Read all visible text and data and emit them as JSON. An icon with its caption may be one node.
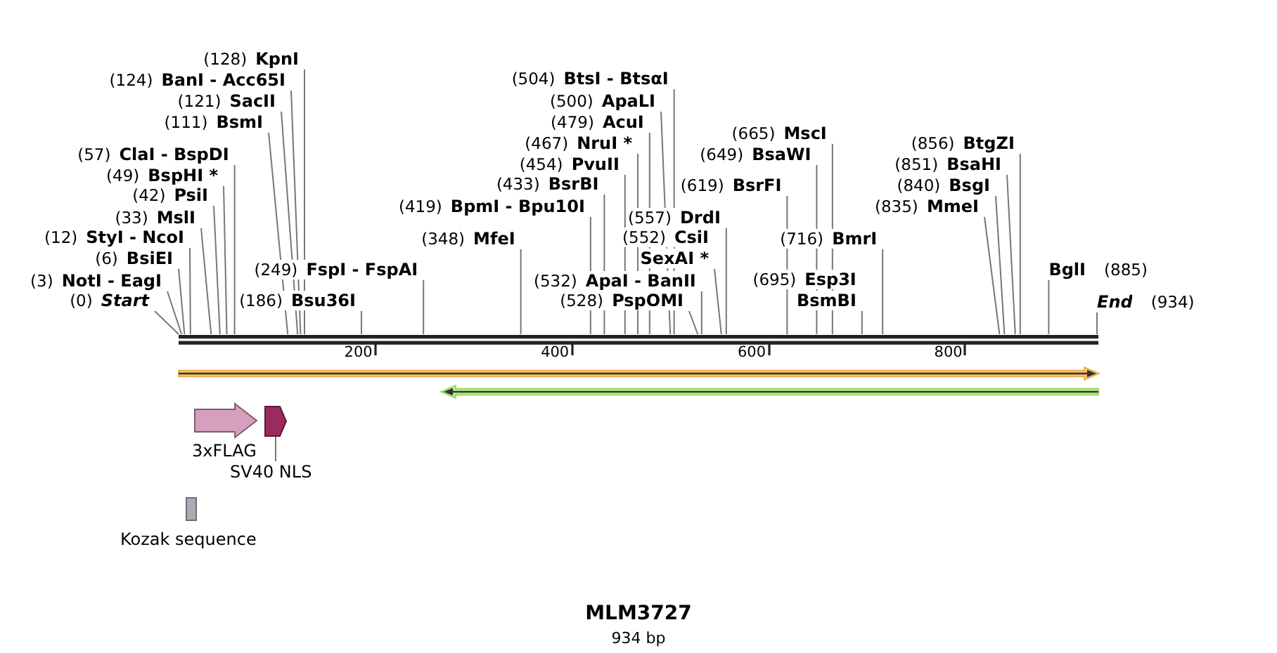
{
  "diagram": {
    "title": "MLM3727",
    "caption": "934 bp",
    "nodes": [
      {
        "text": [
          "(0)",
          "Start"
        ]
      },
      {
        "text": [
          "(3)",
          "NotI - EagI"
        ]
      },
      {
        "text": [
          "(6)",
          "BsiEI"
        ]
      },
      {
        "text": [
          "(12)",
          "StyI - NcoI"
        ]
      },
      {
        "text": [
          "(33)",
          "MslI"
        ]
      },
      {
        "text": [
          "(42)",
          "PsiI"
        ]
      },
      {
        "text": [
          "(49)",
          "BspHI *"
        ]
      },
      {
        "text": [
          "(57)",
          "ClaI - BspDI"
        ]
      },
      {
        "text": [
          "(111)",
          "BsmI"
        ]
      },
      {
        "text": [
          "(121)",
          "SacII"
        ]
      },
      {
        "text": [
          "(124)",
          "BanI - Acc65I"
        ]
      },
      {
        "text": [
          "(128)",
          "KpnI"
        ]
      },
      {
        "text": [
          "(186)",
          "Bsu36I"
        ]
      },
      {
        "text": [
          "(249)",
          "FspI - FspAI"
        ]
      },
      {
        "text": [
          "(348)",
          "MfeI"
        ]
      },
      {
        "text": [
          "(419)",
          "BpmI - Bpu10I"
        ]
      },
      {
        "text": [
          "(433)",
          "BsrBI"
        ]
      },
      {
        "text": [
          "(454)",
          "PvuII"
        ]
      },
      {
        "text": [
          "(467)",
          "NruI *"
        ]
      },
      {
        "text": [
          "(479)",
          "AcuI"
        ]
      },
      {
        "text": [
          "(500)",
          "ApaLI"
        ]
      },
      {
        "text": [
          "(504)",
          "BtsI - BtsαI"
        ]
      },
      {
        "text": [
          "(528)",
          "PspOMI"
        ]
      },
      {
        "text": [
          "(532)",
          "ApaI - BanII"
        ]
      },
      {
        "text": [
          "(552)",
          "CsiI",
          "SexAI *"
        ]
      },
      {
        "text": [
          "(557)",
          "DrdI"
        ]
      },
      {
        "text": [
          "(619)",
          "BsrFI"
        ]
      },
      {
        "text": [
          "(649)",
          "BsaWI"
        ]
      },
      {
        "text": [
          "(665)",
          "MscI"
        ]
      },
      {
        "text": [
          "(695)",
          "Esp3I",
          "BsmBI"
        ]
      },
      {
        "text": [
          "(716)",
          "BmrI"
        ]
      },
      {
        "text": [
          "(835)",
          "MmeI"
        ]
      },
      {
        "text": [
          "(840)",
          "BsgI"
        ]
      },
      {
        "text": [
          "(851)",
          "BsaHI"
        ]
      },
      {
        "text": [
          "(856)",
          "BtgZI"
        ]
      },
      {
        "text": [
          "BglI",
          "(885)"
        ]
      },
      {
        "text": [
          "End",
          "(934)"
        ]
      },
      {
        "text": [],
        "shape": "bar"
      },
      {
        "text": [],
        "shape": "arrow"
      },
      {
        "text": [],
        "shape": "arrow"
      },
      {
        "text": [
          "3xFLAG"
        ]
      },
      {
        "text": [],
        "shape": "arrow"
      },
      {
        "text": [
          "SV40 NLS"
        ]
      },
      {
        "text": [
          "Kozak sequence"
        ]
      }
    ],
    "edges": [
      {
        "from": 0,
        "to": 37,
        "arrow": "none"
      },
      {
        "from": 1,
        "to": 37,
        "arrow": "none"
      },
      {
        "from": 2,
        "to": 37,
        "arrow": "none"
      },
      {
        "from": 3,
        "to": 37,
        "arrow": "none"
      },
      {
        "from": 4,
        "to": 37,
        "arrow": "none"
      },
      {
        "from": 5,
        "to": 37,
        "arrow": "none"
      },
      {
        "from": 6,
        "to": 37,
        "arrow": "none"
      },
      {
        "from": 7,
        "to": 37,
        "arrow": "none"
      },
      {
        "from": 8,
        "to": 37,
        "arrow": "none"
      },
      {
        "from": 9,
        "to": 37,
        "arrow": "none"
      },
      {
        "from": 10,
        "to": 37,
        "arrow": "none"
      },
      {
        "from": 11,
        "to": 37,
        "arrow": "none"
      },
      {
        "from": 12,
        "to": 37,
        "arrow": "none"
      },
      {
        "from": 13,
        "to": 37,
        "arrow": "none"
      },
      {
        "from": 14,
        "to": 37,
        "arrow": "none"
      },
      {
        "from": 15,
        "to": 37,
        "arrow": "none"
      },
      {
        "from": 16,
        "to": 37,
        "arrow": "none"
      },
      {
        "from": 17,
        "to": 37,
        "arrow": "none"
      },
      {
        "from": 18,
        "to": 37,
        "arrow": "none"
      },
      {
        "from": 19,
        "to": 37,
        "arrow": "none"
      },
      {
        "from": 20,
        "to": 37,
        "arrow": "none"
      },
      {
        "from": 21,
        "to": 37,
        "arrow": "none"
      },
      {
        "from": 22,
        "to": 37,
        "arrow": "none"
      },
      {
        "from": 23,
        "to": 37,
        "arrow": "none"
      },
      {
        "from": 24,
        "to": 37,
        "arrow": "none"
      },
      {
        "from": 25,
        "to": 37,
        "arrow": "none"
      },
      {
        "from": 26,
        "to": 37,
        "arrow": "none"
      },
      {
        "from": 27,
        "to": 37,
        "arrow": "none"
      },
      {
        "from": 28,
        "to": 37,
        "arrow": "none"
      },
      {
        "from": 29,
        "to": 37,
        "arrow": "none"
      },
      {
        "from": 30,
        "to": 37,
        "arrow": "none"
      },
      {
        "from": 31,
        "to": 37,
        "arrow": "none"
      },
      {
        "from": 32,
        "to": 37,
        "arrow": "none"
      },
      {
        "from": 33,
        "to": 37,
        "arrow": "none"
      },
      {
        "from": 34,
        "to": 37,
        "arrow": "none"
      },
      {
        "from": 35,
        "to": 37,
        "arrow": "none"
      },
      {
        "from": 36,
        "to": 37,
        "arrow": "none"
      },
      {
        "from": 42,
        "to": 41,
        "arrow": "none"
      }
    ],
    "labels": [
      "200",
      "400",
      "600",
      "800"
    ]
  }
}
